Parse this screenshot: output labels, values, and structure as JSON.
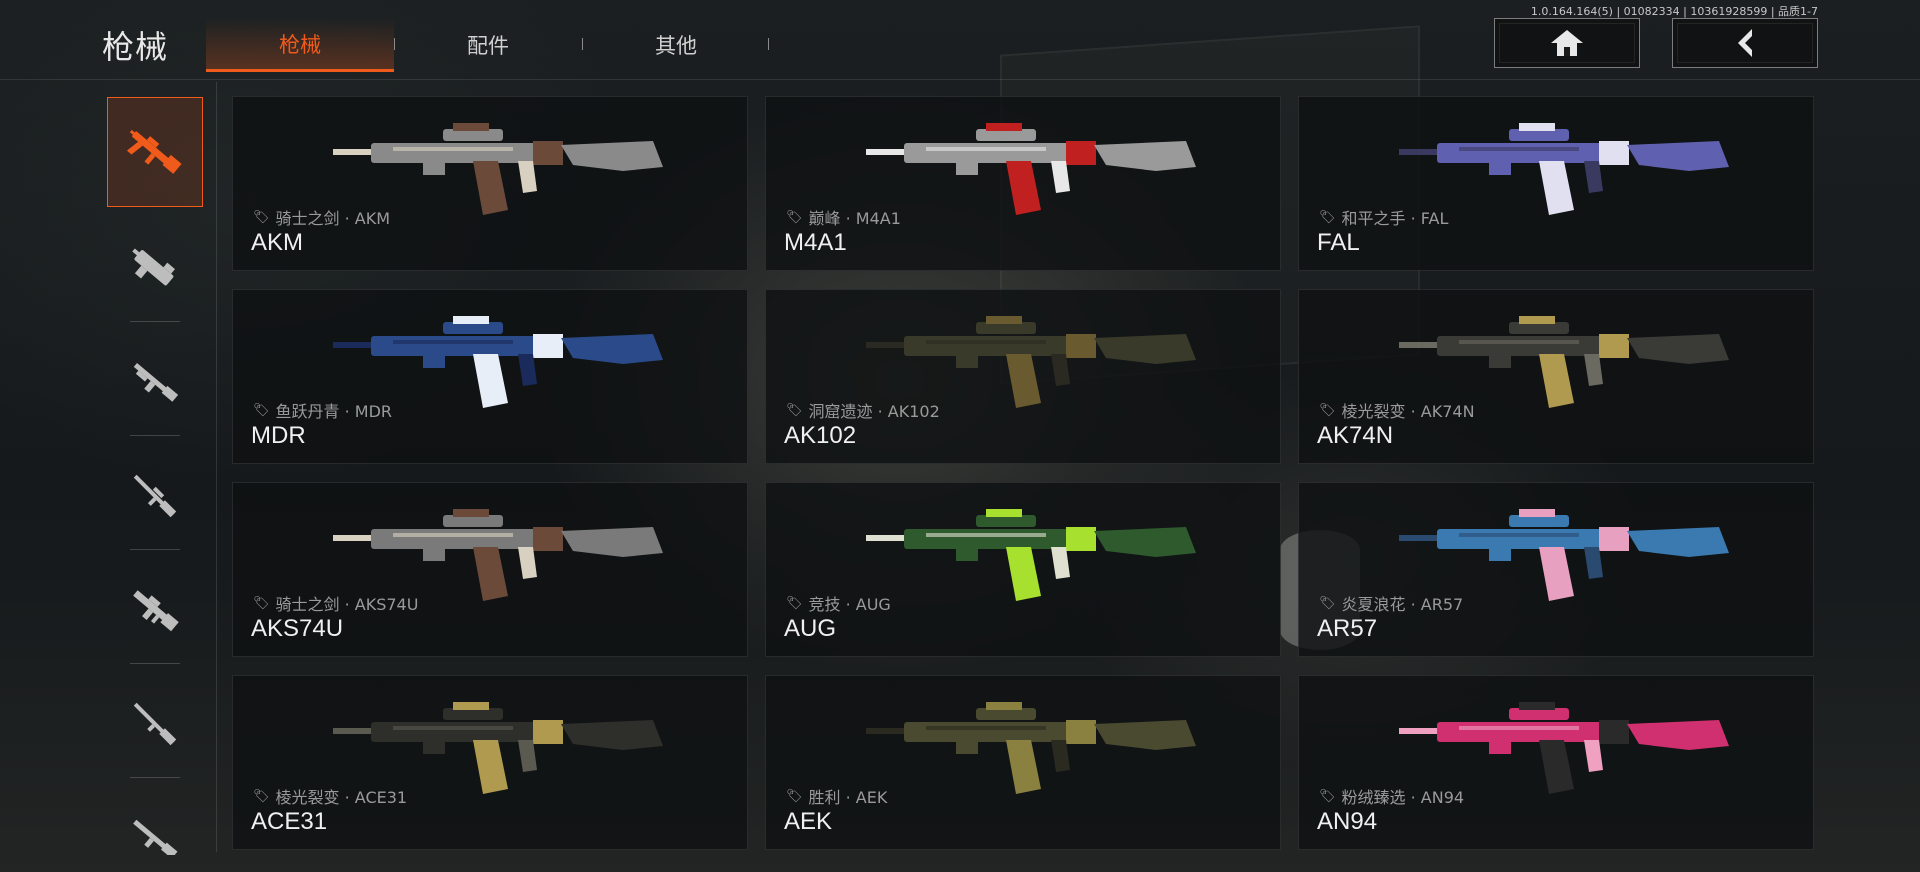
{
  "build_info": "1.0.164.164(5) | 01082334 | 10361928599 | 品质1-7",
  "header": {
    "title": "枪械",
    "tabs": [
      {
        "label": "枪械",
        "active": true
      },
      {
        "label": "配件",
        "active": false
      },
      {
        "label": "其他",
        "active": false
      }
    ],
    "home_icon": "home-icon",
    "back_icon": "back-arrow-icon"
  },
  "sidebar": {
    "items": [
      {
        "icon": "assault-rifle-icon",
        "active": true
      },
      {
        "icon": "smg-icon",
        "active": false
      },
      {
        "icon": "shotgun-icon",
        "active": false
      },
      {
        "icon": "sniper-rifle-icon",
        "active": false
      },
      {
        "icon": "lmg-icon",
        "active": false
      },
      {
        "icon": "marksman-rifle-icon",
        "active": false
      },
      {
        "icon": "pistol-icon",
        "active": false
      }
    ]
  },
  "weapons": [
    {
      "skin": "骑士之剑 · AKM",
      "name": "AKM",
      "colors": [
        "#8a8a8a",
        "#6b4a3a",
        "#d8d0c0"
      ]
    },
    {
      "skin": "巅峰 · M4A1",
      "name": "M4A1",
      "colors": [
        "#9a9a9a",
        "#c02020",
        "#e8e8e8"
      ]
    },
    {
      "skin": "和平之手 · FAL",
      "name": "FAL",
      "colors": [
        "#6060b0",
        "#e0e0f0",
        "#3a3a60"
      ]
    },
    {
      "skin": "鱼跃丹青 · MDR",
      "name": "MDR",
      "colors": [
        "#2a4a8a",
        "#e8eef8",
        "#1a2a5a"
      ]
    },
    {
      "skin": "洞窟遗迹 · AK102",
      "name": "AK102",
      "colors": [
        "#3a3a2a",
        "#6a5a30",
        "#2a2a22"
      ]
    },
    {
      "skin": "棱光裂变 · AK74N",
      "name": "AK74N",
      "colors": [
        "#3a3a36",
        "#b09a50",
        "#6a6a60"
      ]
    },
    {
      "skin": "骑士之剑 · AKS74U",
      "name": "AKS74U",
      "colors": [
        "#7a7a7a",
        "#6b4a3a",
        "#d8d0c0"
      ]
    },
    {
      "skin": "竞技 · AUG",
      "name": "AUG",
      "colors": [
        "#2e5a2e",
        "#a8e030",
        "#e0e0d0"
      ]
    },
    {
      "skin": "炎夏浪花 · AR57",
      "name": "AR57",
      "colors": [
        "#3a7ab0",
        "#e8a0c0",
        "#2a4a70"
      ]
    },
    {
      "skin": "棱光裂变 · ACE31",
      "name": "ACE31",
      "colors": [
        "#2e2e2a",
        "#b09a50",
        "#5a5a50"
      ]
    },
    {
      "skin": "胜利 · AEK",
      "name": "AEK",
      "colors": [
        "#4a4a30",
        "#8a8040",
        "#2a2a20"
      ]
    },
    {
      "skin": "粉绒臻选 · AN94",
      "name": "AN94",
      "colors": [
        "#d03070",
        "#2a2a2a",
        "#f0a0c0"
      ]
    }
  ],
  "accent_color": "#f05a1a"
}
